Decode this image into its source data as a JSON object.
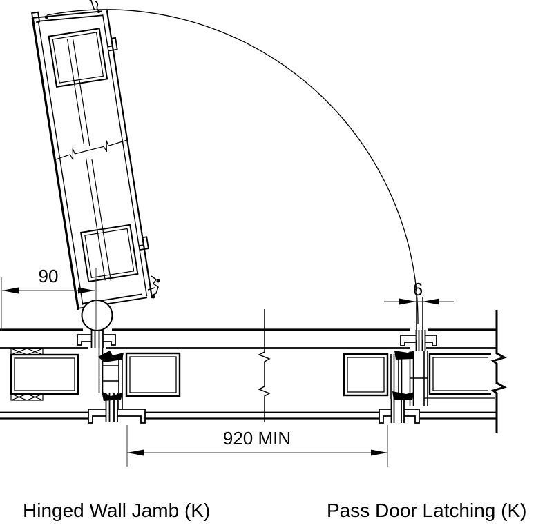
{
  "drawing": {
    "type": "architectural-detail-plan",
    "dimensions": {
      "hinge_jamb_offset": "90",
      "latch_gap": "6",
      "clear_opening": "920 MIN"
    },
    "labels": {
      "left_detail": "Hinged Wall Jamb (K)",
      "right_detail": "Pass Door Latching (K)"
    },
    "colors": {
      "line": "#000000",
      "dim_line": "#3a3a3a",
      "background": "#ffffff"
    }
  }
}
